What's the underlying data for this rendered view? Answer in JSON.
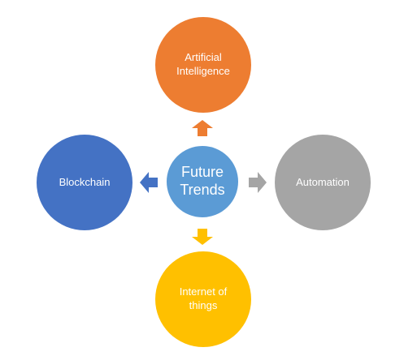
{
  "diagram": {
    "center": {
      "label": "Future\nTrends",
      "color": "#5b9bd5"
    },
    "nodes": {
      "top": {
        "label": "Artificial\nIntelligence",
        "color": "#ed7d31"
      },
      "left": {
        "label": "Blockchain",
        "color": "#4472c4"
      },
      "right": {
        "label": "Automation",
        "color": "#a5a5a5"
      },
      "bottom": {
        "label": "Internet of\nthings",
        "color": "#ffc000"
      }
    }
  }
}
